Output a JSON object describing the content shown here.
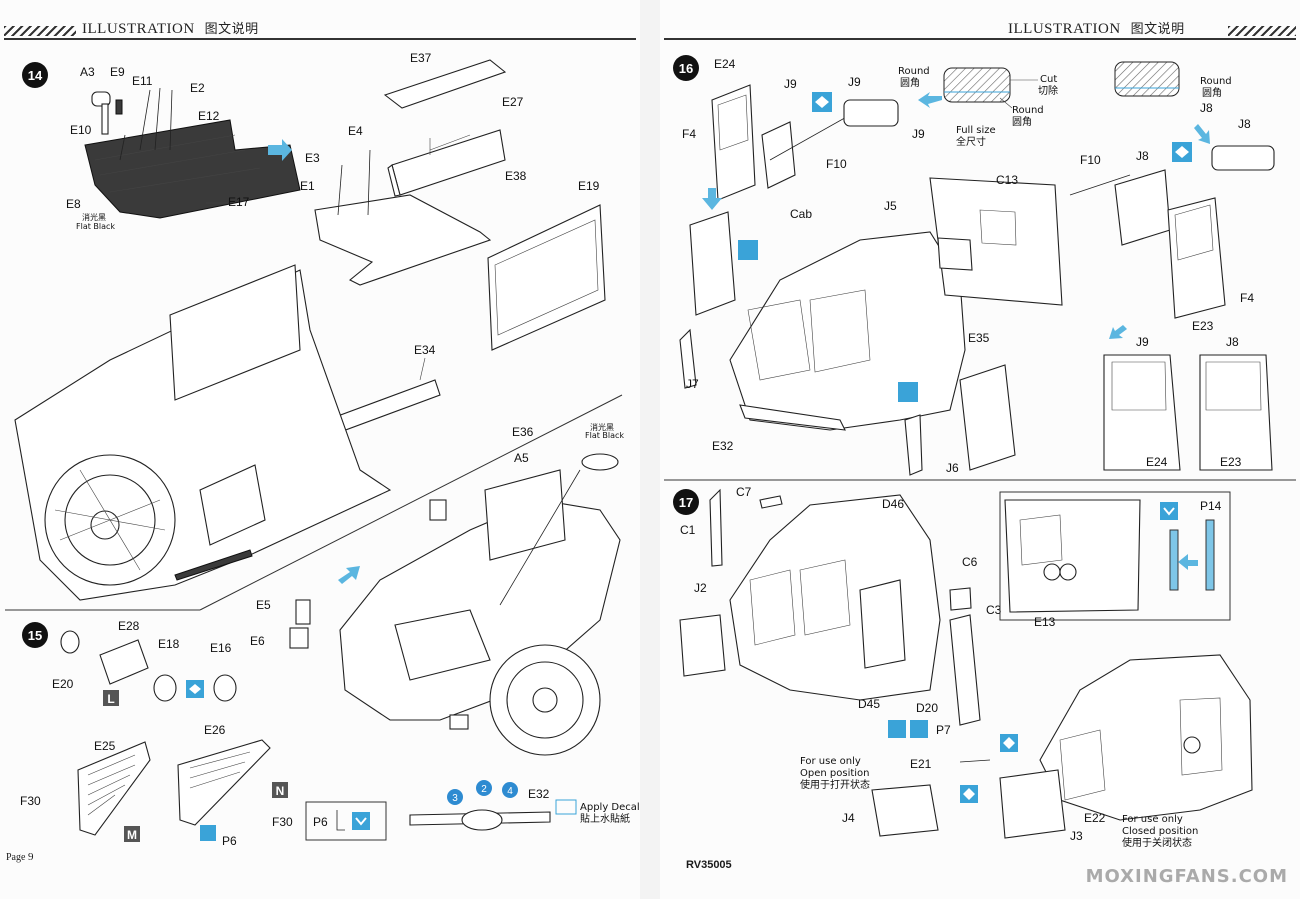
{
  "header": {
    "title_en": "ILLUSTRATION",
    "title_cn": "图文说明"
  },
  "footer": {
    "page_word": "Page",
    "page_num": "9",
    "product_code": "RV35005"
  },
  "watermark": "MOXINGFANS.COM",
  "steps": {
    "s14": {
      "number": "14",
      "labels": {
        "A3": "A3",
        "E9": "E9",
        "E11": "E11",
        "E2": "E2",
        "E12": "E12",
        "E10": "E10",
        "E8": "E8",
        "E17": "E17",
        "E37": "E37",
        "E27": "E27",
        "E4": "E4",
        "E3": "E3",
        "E1": "E1",
        "E38": "E38",
        "E19": "E19",
        "E34": "E34",
        "E36": "E36",
        "A5": "A5",
        "E5": "E5",
        "E6": "E6"
      },
      "flat_black_cn": "消光黑",
      "flat_black_en": "Flat Black",
      "flat_black2_cn": "消光黑",
      "flat_black2_en": "Flat Black"
    },
    "s15": {
      "number": "15",
      "labels": {
        "E28": "E28",
        "E18": "E18",
        "E16": "E16",
        "E20": "E20",
        "E25": "E25",
        "E26": "E26",
        "F30a": "F30",
        "F30b": "F30",
        "P6a": "P6",
        "P6b": "P6",
        "E32": "E32"
      },
      "badges": {
        "L": "L",
        "M": "M",
        "N": "N"
      },
      "decal_numbers": [
        "3",
        "2",
        "4"
      ],
      "apply_decal_en": "Apply Decal",
      "apply_decal_cn": "貼上水貼紙"
    },
    "s16": {
      "number": "16",
      "labels": {
        "E24": "E24",
        "J9a": "J9",
        "J9b": "J9",
        "J9c": "J9",
        "F4a": "F4",
        "F10a": "F10",
        "J8a": "J8",
        "J8b": "J8",
        "F10b": "F10",
        "J8c": "J8",
        "C13": "C13",
        "Cab": "Cab",
        "J5": "J5",
        "E35": "E35",
        "J7": "J7",
        "E32": "E32",
        "J6": "J6",
        "F4b": "F4",
        "E23a": "E23",
        "J9d": "J9",
        "J8d": "J8",
        "E24b": "E24",
        "E23b": "E23"
      },
      "round_en": "Round",
      "round_cn": "圆角",
      "cut_en": "Cut",
      "cut_cn": "切除",
      "full_size_en": "Full size",
      "full_size_cn": "全尺寸",
      "round2_en": "Round",
      "round2_cn": "圆角",
      "round3_en": "Round",
      "round3_cn": "圆角"
    },
    "s17": {
      "number": "17",
      "labels": {
        "C7": "C7",
        "C1": "C1",
        "D46": "D46",
        "C6": "C6",
        "C3": "C3",
        "J2": "J2",
        "D45": "D45",
        "D20": "D20",
        "P7": "P7",
        "P14": "P14",
        "E13": "E13",
        "E21": "E21",
        "J4": "J4",
        "E22": "E22",
        "J3": "J3"
      },
      "open_en1": "For use only",
      "open_en2": "Open position",
      "open_cn": "使用于打开状态",
      "closed_en1": "For use only",
      "closed_en2": "Closed position",
      "closed_cn": "使用于关闭状态"
    }
  }
}
